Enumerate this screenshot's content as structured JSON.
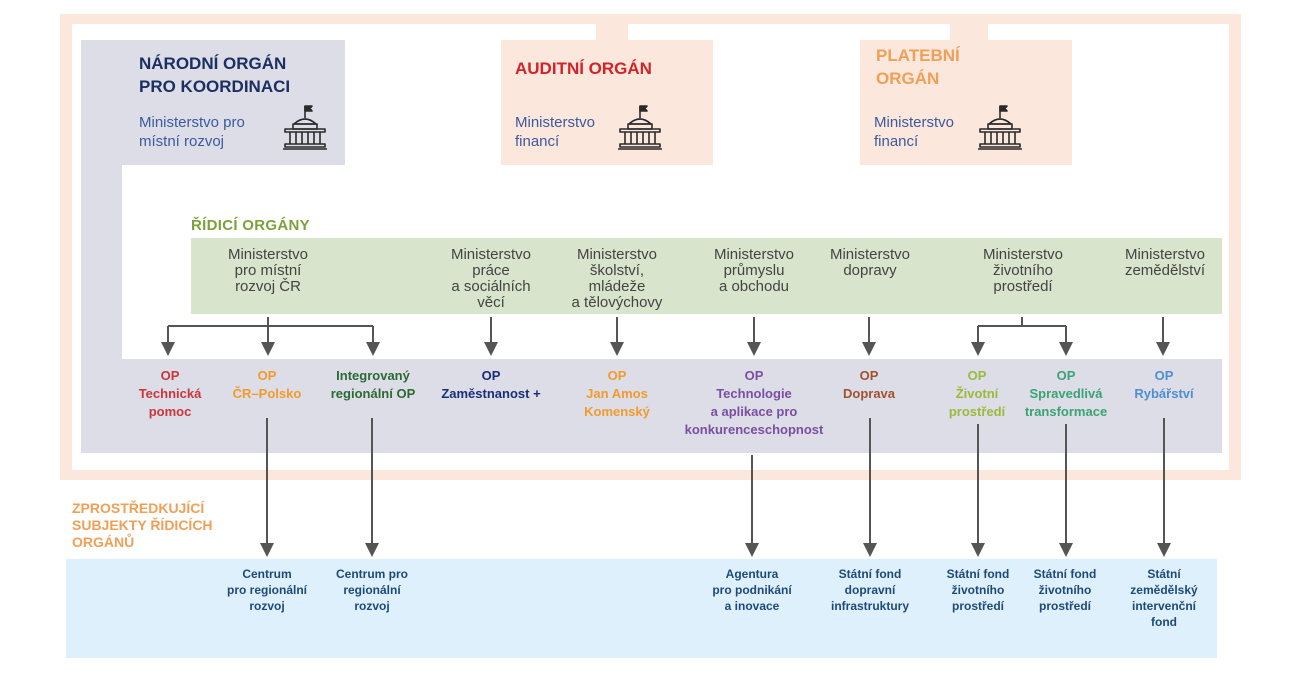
{
  "top_bodies": {
    "coordination": {
      "title": "NÁRODNÍ ORGÁN\nPRO KOORDINACI",
      "subtitle": "Ministerstvo pro\nmístní rozvoj",
      "icon": "government-building-icon",
      "color": "#1c2f63"
    },
    "audit": {
      "title": "AUDITNÍ ORGÁN",
      "subtitle": "Ministerstvo\nfinancí",
      "icon": "government-building-icon",
      "color": "#d2232a"
    },
    "payment": {
      "title": "PLATEBNÍ\nORGÁN",
      "subtitle": "Ministerstvo\nfinancí",
      "icon": "government-building-icon",
      "color": "#f0a056"
    }
  },
  "managing_authorities": {
    "label": "ŘÍDICÍ ORGÁNY",
    "ministries": [
      "Ministerstvo\npro místní\nrozvoj ČR",
      "Ministerstvo\npráce\na sociálních\nvěcí",
      "Ministerstvo\nškolství,\nmládeže\na tělovýchovy",
      "Ministerstvo\nprůmyslu\na obchodu",
      "Ministerstvo\ndopravy",
      "Ministerstvo\nživotního\nprostředí",
      "Ministerstvo\nzemědělství"
    ]
  },
  "programmes": [
    {
      "text": "OP\nTechnická\npomoc",
      "color": "#c8373b"
    },
    {
      "text": "OP\nČR–Polsko",
      "color": "#f29b2b"
    },
    {
      "text": "Integrovaný\nregionální OP",
      "color": "#2b6a34"
    },
    {
      "text": "OP\nZaměstnanost +",
      "color": "#1d2c79"
    },
    {
      "text": "OP\nJan Amos\nKomenský",
      "color": "#f29b2b"
    },
    {
      "text": "OP\nTechnologie\na aplikace pro\nkonkurenceschopnost",
      "color": "#7b4fa0"
    },
    {
      "text": "OP\nDoprava",
      "color": "#a0522d"
    },
    {
      "text": "OP\nŽivotní\nprostředí",
      "color": "#9bba3a"
    },
    {
      "text": "OP\nSpravedlivá\ntransformace",
      "color": "#3aa374"
    },
    {
      "text": "OP\nRybářství",
      "color": "#4f8fd0"
    }
  ],
  "intermediate": {
    "label": "ZPROSTŘEDKUJÍCÍ\nSUBJEKTY ŘÍDICÍCH\nORGÁNŮ",
    "bodies": [
      "Centrum\npro regionální\nrozvoj",
      "Centrum pro\nregionální\nrozvoj",
      "Agentura\npro podnikání\na inovace",
      "Státní fond\ndopravní\ninfrastruktury",
      "Státní fond\nživotního\nprostředí",
      "Státní fond\nživotního\nprostředí",
      "Státní\nzemědělský\nintervenční\nfond"
    ]
  }
}
